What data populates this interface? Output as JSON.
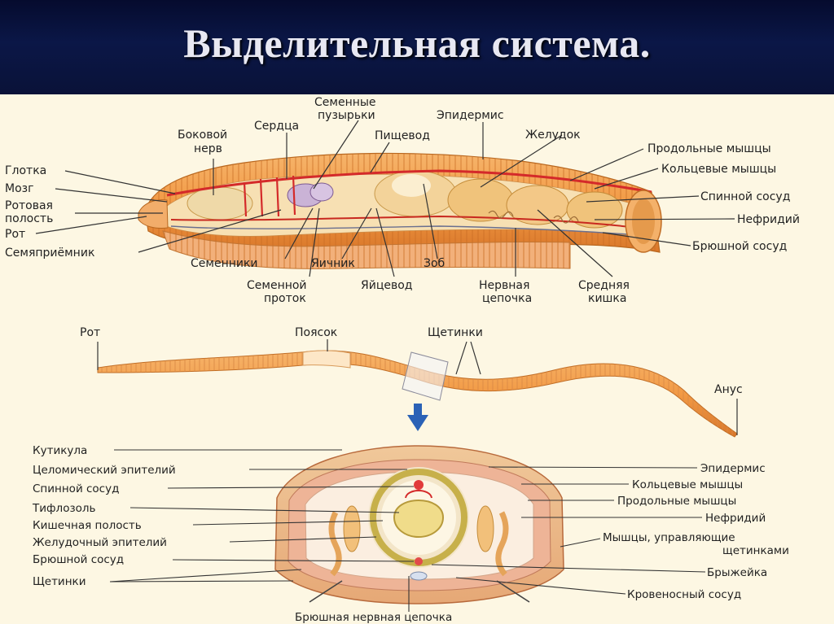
{
  "title": "Выделительная система.",
  "diagram1": {
    "labels_left": [
      "Глотка",
      "Мозг",
      "Ротовая",
      "полость",
      "Рот",
      "Семяприёмник"
    ],
    "labels_top": [
      "Боковой",
      "нерв",
      "Сердца",
      "Семенные",
      "пузырьки",
      "Пищевод",
      "Эпидермис",
      "Желудок"
    ],
    "labels_right": [
      "Продольные мышцы",
      "Кольцевые мышцы",
      "Спинной сосуд",
      "Нефридий",
      "Брюшной сосуд"
    ],
    "labels_bottom": [
      "Семенники",
      "Семенной",
      "проток",
      "Яичник",
      "Яйцевод",
      "Зоб",
      "Нервная",
      "цепочка",
      "Средняя",
      "кишка"
    ]
  },
  "diagram2": {
    "labels": [
      "Рот",
      "Поясок",
      "Щетинки",
      "Анус"
    ]
  },
  "diagram3": {
    "labels_left": [
      "Кутикула",
      "Целомический эпителий",
      "Спинной сосуд",
      "Тифлозоль",
      "Кишечная полость",
      "Желудочный эпителий",
      "Брюшной сосуд",
      "Щетинки"
    ],
    "labels_right": [
      "Эпидермис",
      "Кольцевые мышцы",
      "Продольные мышцы",
      "Нефридий",
      "Мышцы, управляющие",
      "щетинками",
      "Брыжейка",
      "Кровеносный сосуд"
    ],
    "label_bottom": "Брюшная нервная цепочка"
  }
}
